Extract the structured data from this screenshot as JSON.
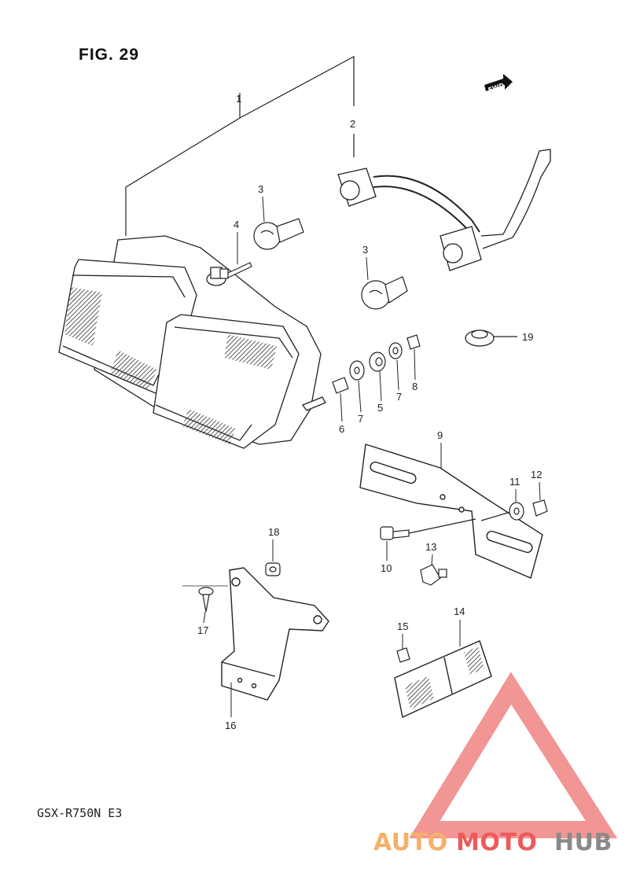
{
  "figure": {
    "title": "FIG. 29",
    "model": "GSX-R750N  E3",
    "direction_tag": "FWD"
  },
  "parts": [
    {
      "number": "1",
      "name": "rear-combination-lamp-assembly"
    },
    {
      "number": "2",
      "name": "socket-harness"
    },
    {
      "number": "3",
      "name": "bulb"
    },
    {
      "number": "3",
      "name": "bulb"
    },
    {
      "number": "4",
      "name": "screw"
    },
    {
      "number": "5",
      "name": "cushion"
    },
    {
      "number": "6",
      "name": "spacer"
    },
    {
      "number": "7",
      "name": "washer"
    },
    {
      "number": "7",
      "name": "washer"
    },
    {
      "number": "8",
      "name": "nut"
    },
    {
      "number": "9",
      "name": "license-bracket"
    },
    {
      "number": "10",
      "name": "bolt"
    },
    {
      "number": "11",
      "name": "washer"
    },
    {
      "number": "12",
      "name": "nut"
    },
    {
      "number": "13",
      "name": "cushion"
    },
    {
      "number": "14",
      "name": "reflector"
    },
    {
      "number": "15",
      "name": "nut"
    },
    {
      "number": "16",
      "name": "reflector-bracket"
    },
    {
      "number": "17",
      "name": "screw"
    },
    {
      "number": "18",
      "name": "nut"
    },
    {
      "number": "19",
      "name": "grommet"
    }
  ],
  "watermark": {
    "part1": "AUTO",
    "part2": "MOTO",
    "part3": "HUB",
    "color_light": "#f5b06a",
    "color_mid": "#ee5a5a",
    "color_dark": "#8a8a8a"
  }
}
